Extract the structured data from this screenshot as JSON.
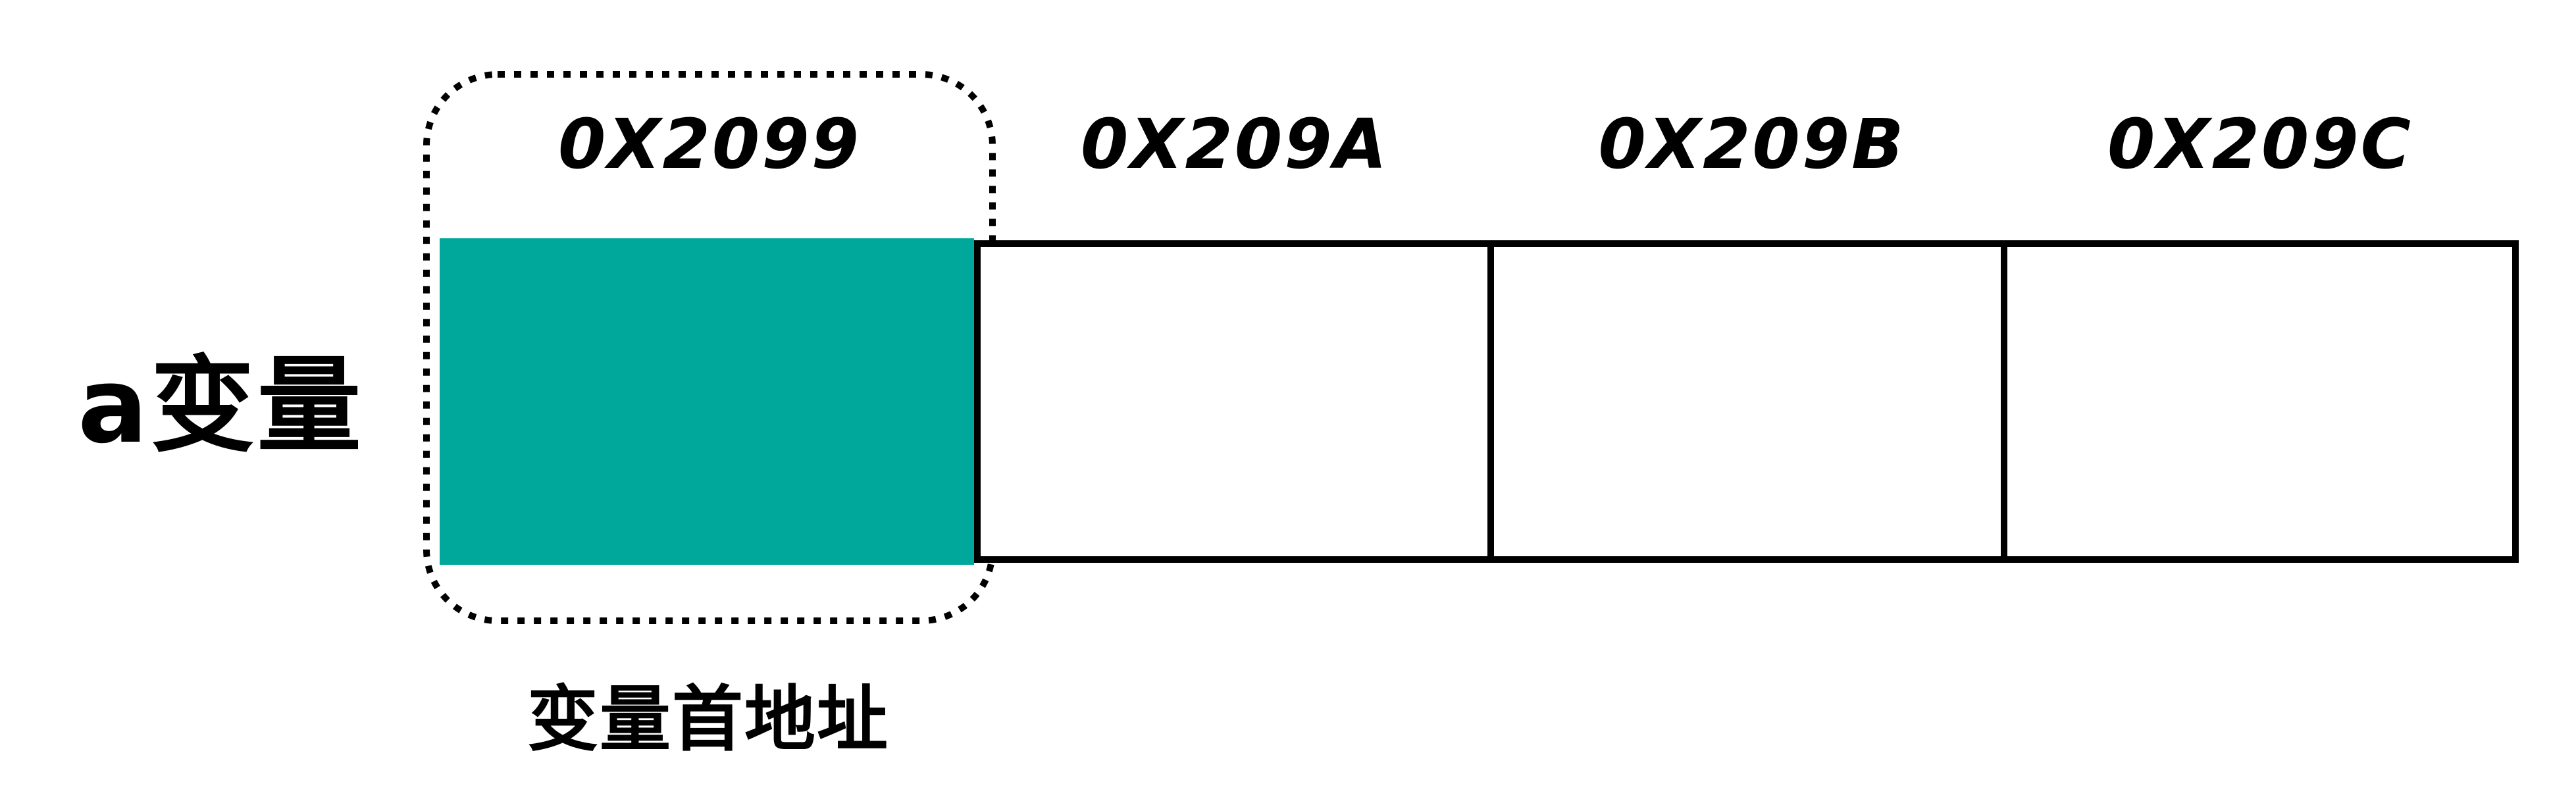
{
  "diagram": {
    "title_hint": "memory cells of a variable",
    "variable_label": "a变量",
    "caption": "变量首地址",
    "cells": [
      {
        "address": "0X2099",
        "filled": true
      },
      {
        "address": "0X209A",
        "filled": false
      },
      {
        "address": "0X209B",
        "filled": false
      },
      {
        "address": "0X209C",
        "filled": false
      }
    ],
    "colors": {
      "cell_fill": "#00A79B",
      "line": "#000000",
      "background": "#FFFFFF"
    }
  }
}
